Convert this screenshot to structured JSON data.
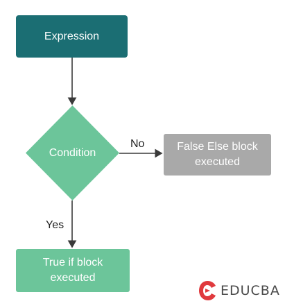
{
  "nodes": {
    "expression": "Expression",
    "condition": "Condition",
    "false_branch": "False Else block executed",
    "true_branch": "True if block executed"
  },
  "edges": {
    "no_label": "No",
    "yes_label": "Yes"
  },
  "logo": {
    "text": "EDUCBA"
  },
  "colors": {
    "expression": "#1b6e73",
    "condition": "#6cc59a",
    "false_branch": "#a9a9a9",
    "true_branch": "#6cc59a",
    "logo_accent": "#e03a3e"
  }
}
